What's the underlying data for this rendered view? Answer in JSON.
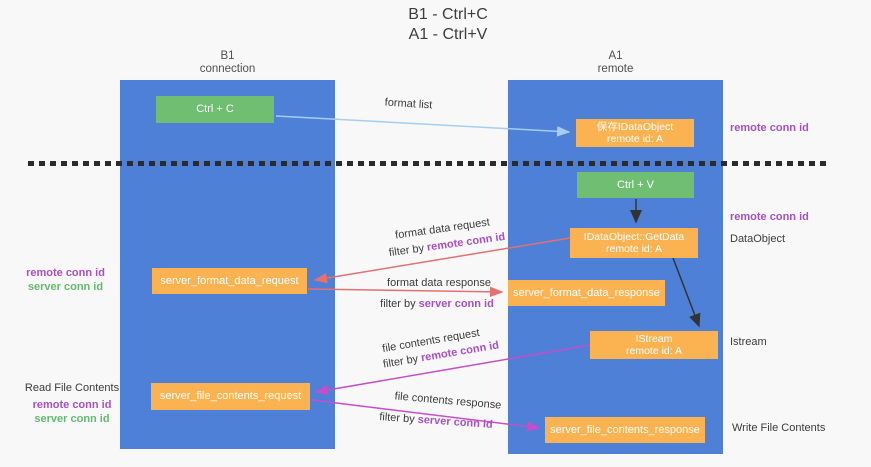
{
  "title": {
    "line1": "B1 - Ctrl+C",
    "line2": "A1 - Ctrl+V"
  },
  "lifelines": {
    "left": {
      "name": "B1",
      "role": "connection"
    },
    "right": {
      "name": "A1",
      "role": "remote"
    }
  },
  "nodes": {
    "ctrl_c": {
      "label": "Ctrl + C"
    },
    "ctrl_v": {
      "label": "Ctrl + V"
    },
    "save_dataobject": {
      "line1": "保存IDataObject",
      "line2": "remote id: A"
    },
    "getdata": {
      "line1": "IDataObject::GetData",
      "line2": "remote id: A"
    },
    "istream": {
      "line1": "IStream",
      "line2": "remote id: A"
    },
    "server_format_data_request": {
      "label": "server_format_data_request"
    },
    "server_format_data_response": {
      "label": "server_format_data_response"
    },
    "server_file_contents_request": {
      "label": "server_file_contents_request"
    },
    "server_file_contents_response": {
      "label": "server_file_contents_response"
    }
  },
  "edge_labels": {
    "format_list": "format list",
    "format_data_request": "format data request",
    "format_data_response": "format data response",
    "file_contents_request": "file contents request",
    "file_contents_response": "file contents response",
    "filter_by": "filter by",
    "remote_conn_id": "remote conn id",
    "server_conn_id": "server conn id"
  },
  "annotations": {
    "remote_conn_id_top_right": "remote conn id",
    "remote_conn_id_mid_right": "remote conn id",
    "dataobject": "DataObject",
    "istream": "Istream",
    "read_file_contents": "Read File Contents",
    "write_file_contents": "Write File Contents",
    "remote_conn_id": "remote conn id",
    "server_conn_id": "server conn id"
  },
  "colors": {
    "lifeline_blue": "#4d80d6",
    "node_orange": "#fbb251",
    "node_green": "#6fbe72",
    "arrow_lightblue": "#a5cdf2",
    "arrow_red": "#e57070",
    "arrow_magenta": "#c44fc8",
    "arrow_black": "#333333",
    "text_purple": "#a84fc8",
    "text_green": "#63bb6f",
    "dashed_line": "#2b2b2b",
    "background": "#f8f8f9"
  }
}
